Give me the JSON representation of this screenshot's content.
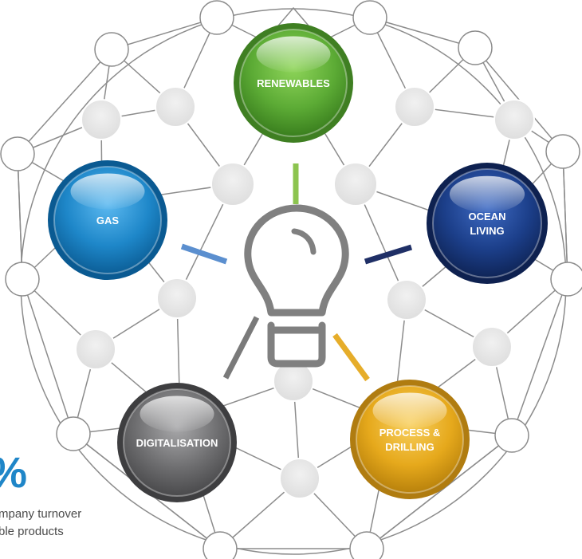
{
  "hubs": [
    {
      "id": "renewables",
      "lines": [
        "RENEWABLES"
      ],
      "color": "#5cab35"
    },
    {
      "id": "ocean-living",
      "lines": [
        "OCEAN",
        "LIVING"
      ],
      "color": "#1c3f8a"
    },
    {
      "id": "process-drilling",
      "lines": [
        "PROCESS &",
        "DRILLING"
      ],
      "color": "#e6a91c"
    },
    {
      "id": "digitalisation",
      "lines": [
        "DIGITALISATION"
      ],
      "color": "#6e6e70"
    },
    {
      "id": "gas",
      "lines": [
        "GAS"
      ],
      "color": "#1e87c9"
    }
  ],
  "center_icon": "lightbulb-icon",
  "stat": {
    "value": "%",
    "caption_line1": "mpany turnover",
    "caption_line2": "ble products"
  },
  "colors": {
    "network_stroke": "#8c8c8c",
    "node_outer": "#ffffff",
    "node_inner": "#e6e6e6",
    "bulb": "#808080",
    "stat_blue": "#1f86c8"
  }
}
